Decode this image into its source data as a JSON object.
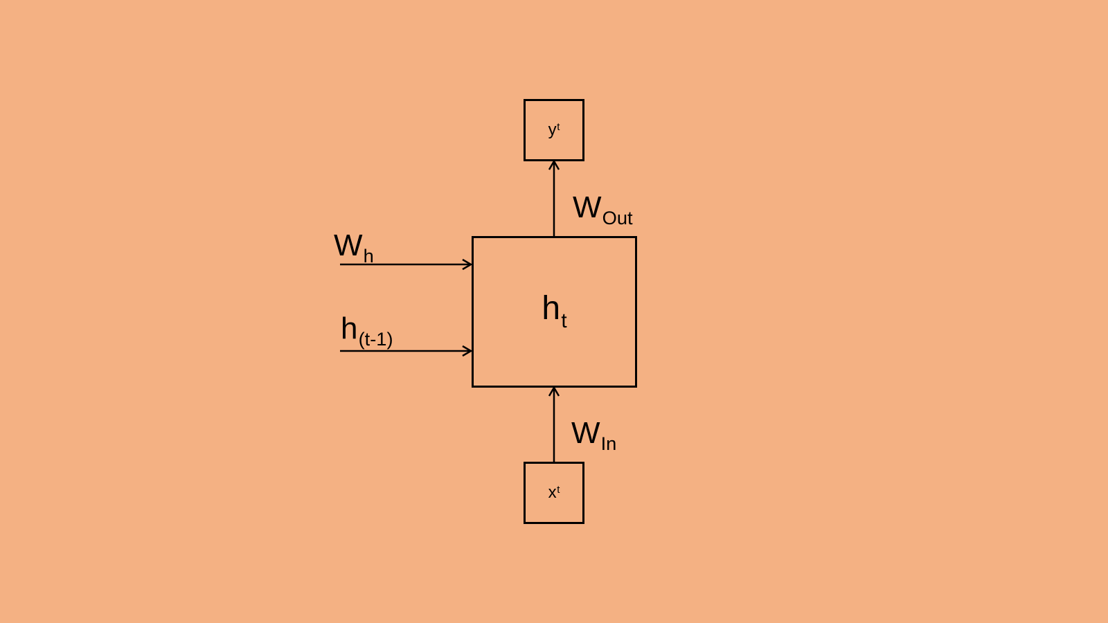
{
  "colors": {
    "background": "#F4B183",
    "stroke": "#000000"
  },
  "nodes": {
    "hidden": {
      "base": "h",
      "sub": "t"
    },
    "output": {
      "base": "y",
      "sup": "t"
    },
    "input": {
      "base": "x",
      "sup": "t"
    }
  },
  "edges": {
    "recurrent_weight": {
      "base": "W",
      "sub": "h"
    },
    "previous_state": {
      "base": "h",
      "sub": "(t-1)"
    },
    "output_weight": {
      "base": "W",
      "sub": "Out"
    },
    "input_weight": {
      "base": "W",
      "sub": "In"
    }
  }
}
